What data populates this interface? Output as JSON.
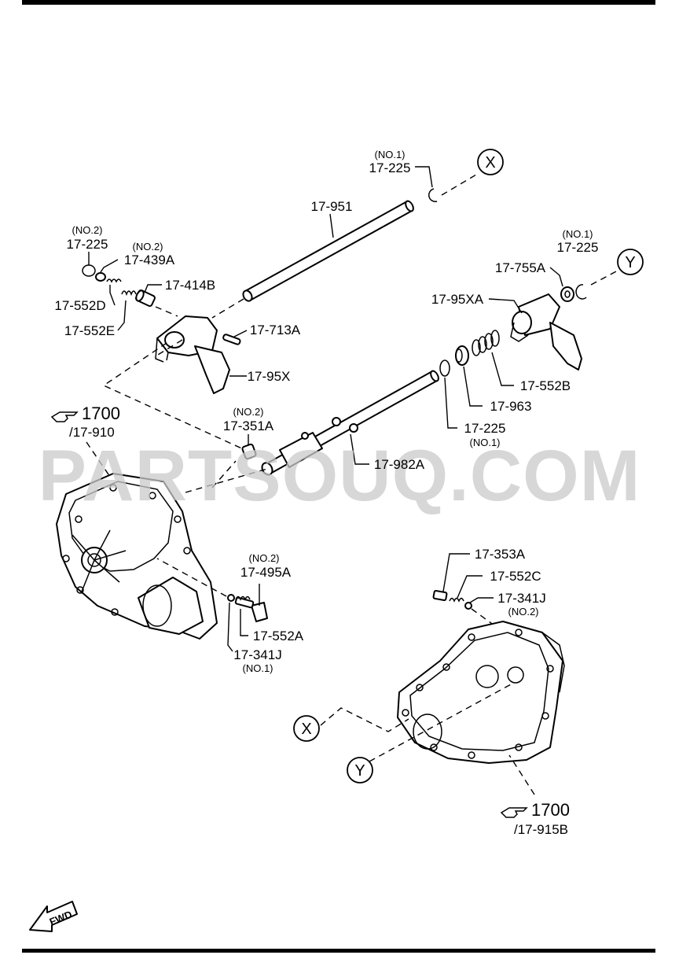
{
  "watermark": "PARTSOUQ.COM",
  "fwd_label": "FWD",
  "refs": {
    "top_ref_number": "1700",
    "top_ref_sub": "/17-910",
    "bottom_ref_number": "1700",
    "bottom_ref_sub": "/17-915B"
  },
  "connectors": {
    "x": "X",
    "y": "Y"
  },
  "parts": [
    {
      "id": "17-225",
      "note": "(NO.1)"
    },
    {
      "id": "17-951",
      "note": ""
    },
    {
      "id": "17-225",
      "note": "(NO.2)"
    },
    {
      "id": "17-439A",
      "note": "(NO.2)"
    },
    {
      "id": "17-414B",
      "note": ""
    },
    {
      "id": "17-552D",
      "note": ""
    },
    {
      "id": "17-552E",
      "note": ""
    },
    {
      "id": "17-713A",
      "note": ""
    },
    {
      "id": "17-95X",
      "note": ""
    },
    {
      "id": "17-225",
      "note": "(NO.1)"
    },
    {
      "id": "17-755A",
      "note": ""
    },
    {
      "id": "17-95XA",
      "note": ""
    },
    {
      "id": "17-552B",
      "note": ""
    },
    {
      "id": "17-963",
      "note": ""
    },
    {
      "id": "17-225",
      "note": "(NO.1)"
    },
    {
      "id": "17-351A",
      "note": "(NO.2)"
    },
    {
      "id": "17-982A",
      "note": ""
    },
    {
      "id": "17-495A",
      "note": "(NO.2)"
    },
    {
      "id": "17-552A",
      "note": ""
    },
    {
      "id": "17-341J",
      "note": "(NO.1)"
    },
    {
      "id": "17-353A",
      "note": ""
    },
    {
      "id": "17-552C",
      "note": ""
    },
    {
      "id": "17-341J",
      "note": "(NO.2)"
    }
  ]
}
